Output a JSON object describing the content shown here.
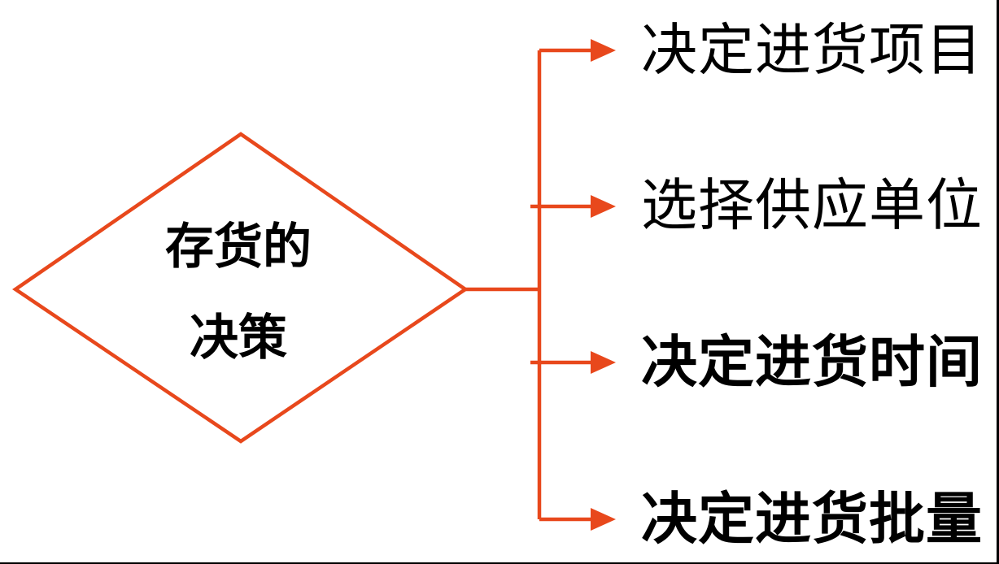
{
  "diagram": {
    "title": "存货的决策",
    "diamond": {
      "line1": "存货的",
      "line2": "决策"
    },
    "branches": [
      {
        "label": "决定进货项目"
      },
      {
        "label": "选择供应单位"
      },
      {
        "label": "决定进货时间"
      },
      {
        "label": "决定进货批量"
      }
    ],
    "colors": {
      "accent": "#E8481C",
      "text": "#000000",
      "border": "#000000"
    }
  }
}
